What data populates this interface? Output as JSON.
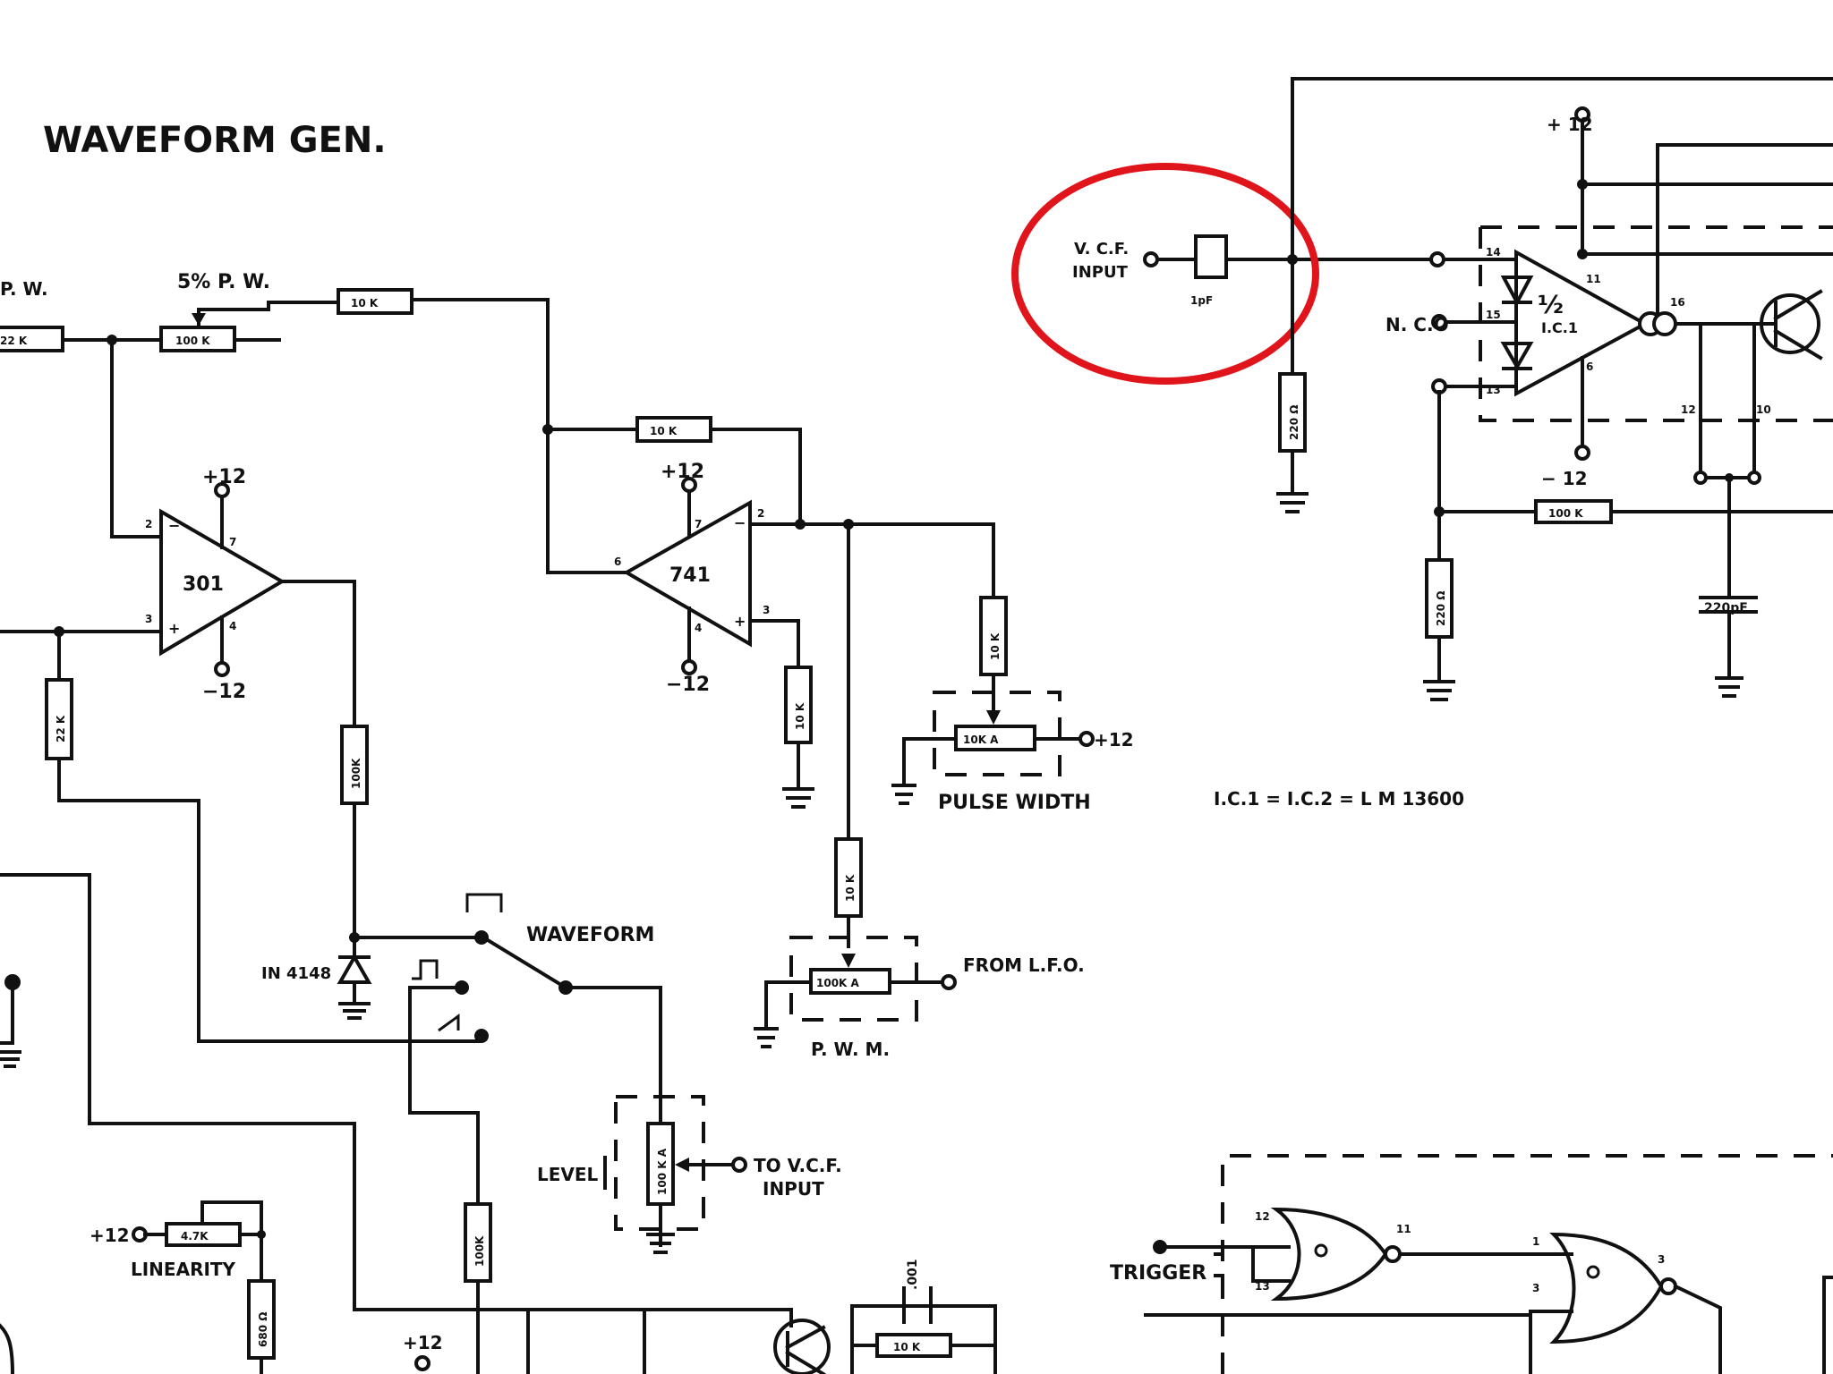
{
  "title": "WAVEFORM GEN.",
  "labels": {
    "pw_left": "P. W.",
    "pw5": "5% P. W.",
    "vcf_input_1": "V. C.F.",
    "vcf_input_2": "INPUT",
    "cap_1pf": "1pF",
    "nco": "N. C.O",
    "half": "½",
    "ic1": "I.C.1",
    "plus12_a": "+12",
    "plus12_b": "+12",
    "plus12_c": "+ 12",
    "plus12_d": "+12",
    "plus12_e": "+12",
    "minus12_a": "−12",
    "minus12_b": "−12",
    "minus12_c": "− 12",
    "pulse_width": "PULSE WIDTH",
    "ic_note": "I.C.1 = I.C.2 = L M 13600",
    "waveform": "WAVEFORM",
    "diode": "IN 4148",
    "from_lfo": "FROM L.F.O.",
    "pwm": "P. W. M.",
    "level": "LEVEL",
    "to_vcf_1": "TO V.C.F.",
    "to_vcf_2": "INPUT",
    "plus12_lin": "+12",
    "linearity": "LINEARITY",
    "trigger": "TRIGGER",
    "opamp_301": "301",
    "opamp_741": "741",
    "cap_220pf": "220pF",
    "cap_001": ".001"
  },
  "components": {
    "r_22k_top": "22 K",
    "r_100k_pw": "100 K",
    "r_10k_a": "10 K",
    "r_10k_b": "10 K",
    "r_22k_v": "22 K",
    "r_100k_v": "100K",
    "r_10k_c": "10 K",
    "r_10k_pot": "10K A",
    "r_10k_d": "10 K",
    "r_10k_e": "10 K",
    "r_100ka": "100K A",
    "r_100ka_lvl": "100 K A",
    "r_100k_low": "100K",
    "r_47k": "4.7K",
    "r_680": "680 Ω",
    "r_220_a": "220 Ω",
    "r_220_b": "220 Ω",
    "r_100k_right": "100 K",
    "r_10k_low": "10 K"
  },
  "pins": {
    "p301_2": "2",
    "p301_3": "3",
    "p301_7": "7",
    "p301_4": "4",
    "p741_6": "6",
    "p741_2": "2",
    "p741_3": "3",
    "p741_7": "7",
    "p741_4": "4",
    "ic_14": "14",
    "ic_15": "15",
    "ic_13": "13",
    "ic_11": "11",
    "ic_16": "16",
    "ic_6": "6",
    "ic_12": "12",
    "ic_10": "10",
    "nor_12": "12",
    "nor_13": "13",
    "nor_11": "11",
    "nor2_1": "1",
    "nor2_2": "3",
    "nor2_3": "3"
  },
  "highlight_color": "#e0141b"
}
